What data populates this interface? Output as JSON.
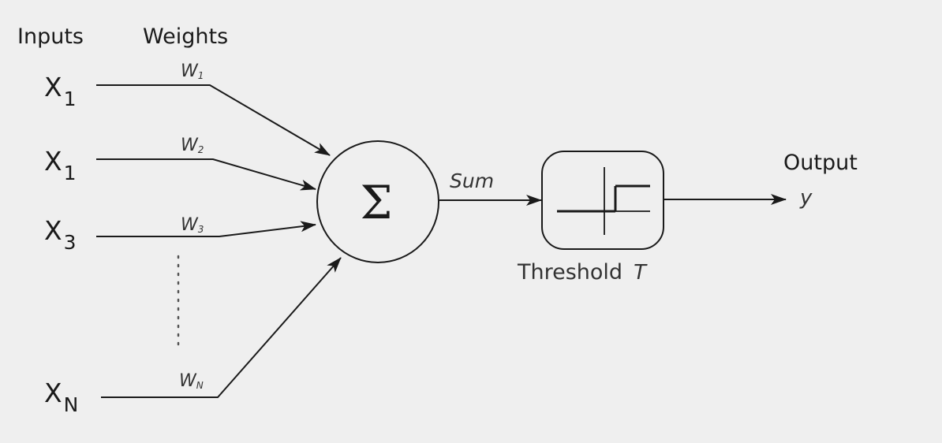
{
  "headers": {
    "inputs": "Inputs",
    "weights": "Weights",
    "output": "Output"
  },
  "inputs": [
    {
      "base": "X",
      "sub": "1"
    },
    {
      "base": "X",
      "sub": "1"
    },
    {
      "base": "X",
      "sub": "3"
    },
    {
      "base": "X",
      "sub": "N"
    }
  ],
  "weights": [
    {
      "base": "W",
      "sub": "1"
    },
    {
      "base": "W",
      "sub": "2"
    },
    {
      "base": "W",
      "sub": "3"
    },
    {
      "base": "W",
      "sub": "N"
    }
  ],
  "summation": {
    "symbol": "Σ",
    "label": "Sum"
  },
  "threshold": {
    "label": "Threshold",
    "variable": "T"
  },
  "output": {
    "variable": "y"
  }
}
